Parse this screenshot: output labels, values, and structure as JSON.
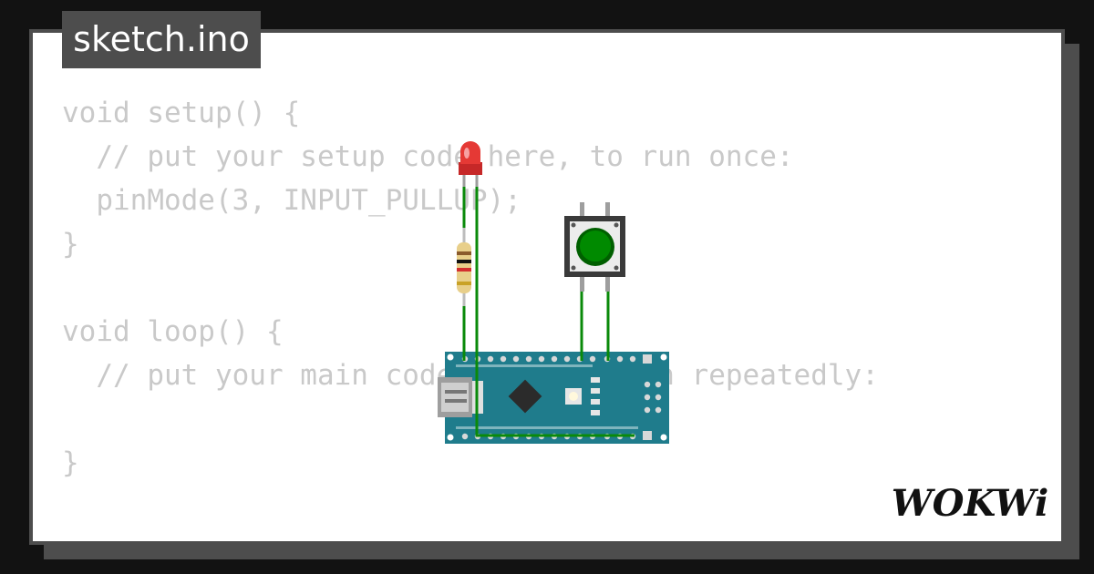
{
  "file_tab": {
    "name": "sketch.ino"
  },
  "code_lines": [
    "void setup() {",
    "  // put your setup code here, to run once:",
    "  pinMode(3, INPUT_PULLUP);",
    "}",
    "",
    "void loop() {",
    "  // put your main code here, to run repeatedly:",
    "",
    "}"
  ],
  "brand": {
    "logo_text": "WOKWi"
  },
  "components": {
    "led": {
      "color": "#e53935",
      "icon": "led-icon"
    },
    "resistor": {
      "icon": "resistor-icon"
    },
    "pushbutton": {
      "cap_color": "#008a00",
      "icon": "pushbutton-icon"
    },
    "board": {
      "color": "#1f7c8c",
      "icon": "arduino-nano-icon"
    },
    "wire_color": "#0a8a0a"
  }
}
